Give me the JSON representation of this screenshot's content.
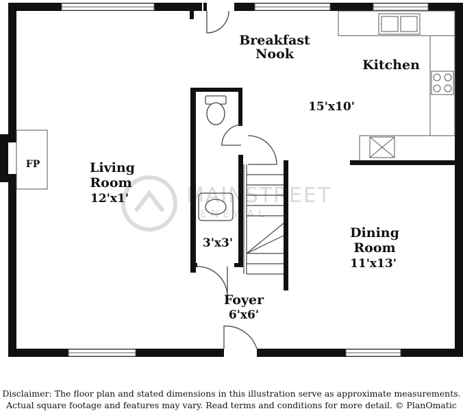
{
  "rooms": {
    "breakfast_nook": {
      "line1": "Breakfast",
      "line2": "Nook"
    },
    "kitchen": {
      "name": "Kitchen",
      "dims": "15'x10'"
    },
    "living_room": {
      "line1": "Living",
      "line2": "Room",
      "dims": "12'x1'"
    },
    "closet": {
      "dims": "3'x3'"
    },
    "dining_room": {
      "line1": "Dining",
      "line2": "Room",
      "dims": "11'x13'"
    },
    "foyer": {
      "name": "Foyer",
      "dims": "6'x6'"
    },
    "fireplace": {
      "label": "FP"
    }
  },
  "watermark": {
    "line1": "MAINSTREET",
    "line2": "RENEWAL"
  },
  "disclaimer": {
    "line1": "Disclaimer: The floor plan and stated dimensions in this illustration serve as approximate measurements.",
    "line2": "Actual square footage and features may vary. Read terms and conditions for more detail. © PlanOmatic"
  },
  "colors": {
    "wall": "#111111",
    "fixture": "#555555",
    "watermark": "#d9d9d9"
  }
}
